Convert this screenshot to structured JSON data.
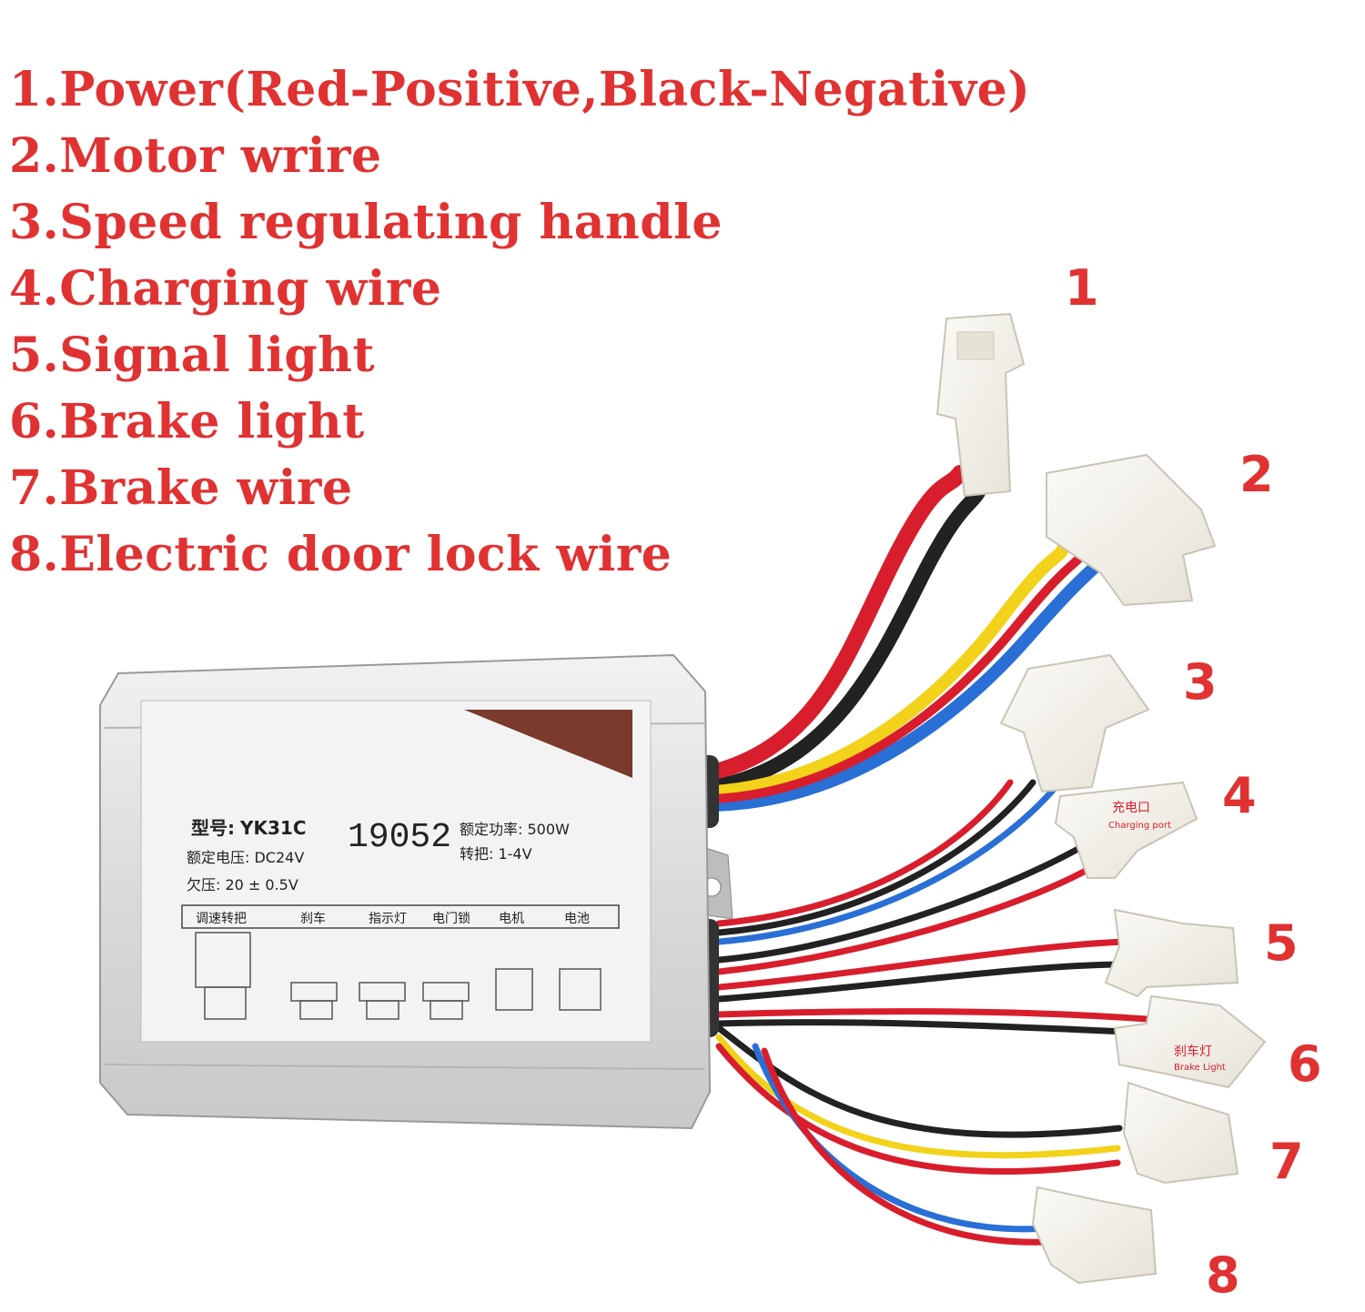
{
  "legend": [
    "1.Power(Red-Positive,Black-Negative)",
    "2.Motor wrire",
    "3.Speed regulating handle",
    "4.Charging wire",
    "5.Signal light",
    "6.Brake light",
    "7.Brake wire",
    "8.Electric door lock wire"
  ],
  "callouts": [
    "1",
    "2",
    "3",
    "4",
    "5",
    "6",
    "7",
    "8"
  ],
  "label": {
    "model_prefix": "型号:",
    "model": "YK31C",
    "serial": "19052",
    "rated_power": "额定功率: 500W",
    "rated_voltage": "额定电压: DC24V",
    "throttle": "转把: 1-4V",
    "undervoltage": "欠压: 20 ± 0.5V",
    "ports": [
      "调速转把",
      "刹车",
      "指示灯",
      "电门锁",
      "电机",
      "电池"
    ]
  },
  "connector_tags": {
    "charging_cn": "充电口",
    "charging_en": "Charging port",
    "brake_cn": "刹车灯",
    "brake_en": "Brake Light"
  },
  "colors": {
    "text_red": "#e03232",
    "wire_red": "#d81e2c",
    "wire_black": "#222222",
    "wire_yellow": "#f2d21a",
    "wire_blue": "#2a6fd6",
    "housing": "#e4e4e4",
    "connector": "#f4f1ea",
    "label_accent": "#7a3a2c"
  }
}
